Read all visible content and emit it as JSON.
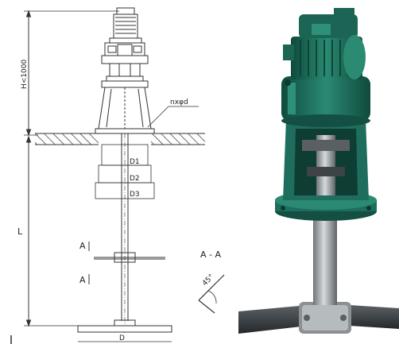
{
  "drawing": {
    "height_label": "H<1000",
    "length_label": "L",
    "hole_label": "nxφd",
    "d1_label": "D1",
    "d2_label": "D2",
    "d3_label": "D3",
    "d_label": "D",
    "section_a_upper": "A",
    "section_a_lower": "A",
    "section_title": "A - A",
    "angle_label": "45°"
  },
  "photo": {
    "motor_color": "#1f6d5c",
    "shaft_color": "#9fa4a8",
    "blade_color": "#3c4246"
  }
}
